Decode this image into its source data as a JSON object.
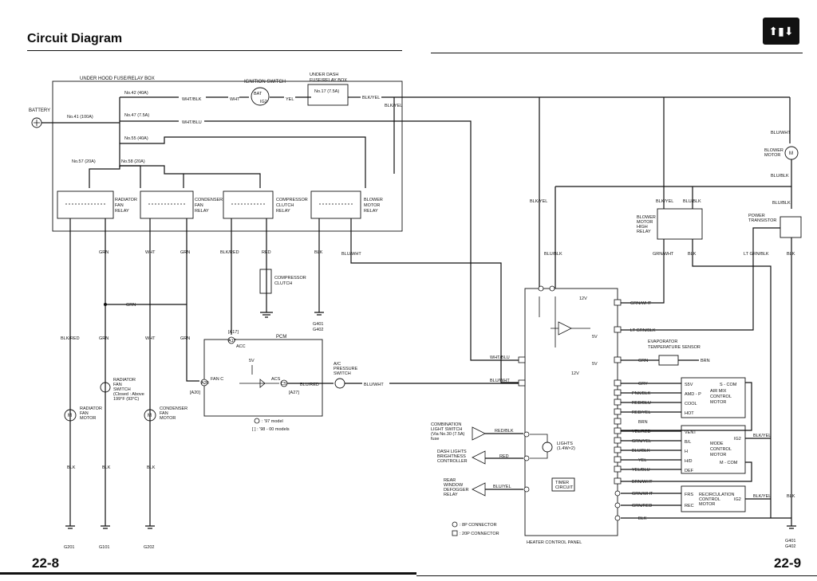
{
  "page": {
    "title": "Circuit Diagram",
    "page_left": "22-8",
    "page_right": "22-9",
    "header_icon": "thermometer-icon"
  },
  "diagram": {
    "under_hood_box": "UNDER HOOD FUSE/RELAY BOX",
    "ignition_switch": "IGNITION SWITCH",
    "under_dash_box_1": "UNDER DASH",
    "under_dash_box_2": "FUSE/RELAY BOX",
    "battery": "BATTERY",
    "bat": "BAT",
    "ig2": "IG2",
    "fuses": {
      "f41": "No.41 (100A)",
      "f42": "No.42 (40A)",
      "f47": "No.47 (7.5A)",
      "f55": "No.55 (40A)",
      "f57": "No.57 (20A)",
      "f58": "No.58 (20A)",
      "f17": "No.17 (7.5A)"
    },
    "relays": {
      "radiator": [
        "RADIATOR",
        "FAN",
        "RELAY"
      ],
      "condenser": [
        "CONDENSER",
        "FAN",
        "RELAY"
      ],
      "compressor": [
        "COMPRESSOR",
        "CLUTCH",
        "RELAY"
      ],
      "blower": [
        "BLOWER",
        "MOTOR",
        "RELAY"
      ],
      "high": [
        "BLOWER",
        "MOTOR",
        "HIGH",
        "RELAY"
      ]
    },
    "wires": {
      "whtblk": "WHT/BLK",
      "wht": "WHT",
      "yel": "YEL",
      "blkyel": "BLK/YEL",
      "whtblu": "WHT/BLU",
      "grn": "GRN",
      "blkred": "BLK/RED",
      "red": "RED",
      "blk": "BLK",
      "bluwht": "BLU/WHT",
      "blublk": "BLU/BLK",
      "grnwht": "GRN/WHT",
      "ltgrnblk": "LT GRN/BLK",
      "bluyel": "BLU/YEL",
      "redblk": "RED/BLK",
      "blured": "BLU/RED",
      "gry": "GRY",
      "pnkblk": "PNK/BLK",
      "redblu": "RED/BLU",
      "redyel": "RED/YEL",
      "brn": "BRN",
      "yelred": "YEL/RED",
      "grnyel": "GRN/YEL",
      "yelblu": "YEL/BLU",
      "brnwht": "BRN/WHT",
      "grnred": "GRN/RED"
    },
    "components": {
      "compressor_clutch": [
        "COMPRESSOR",
        "CLUTCH"
      ],
      "radiator_fan_switch": [
        "RADIATOR",
        "FAN",
        "SWITCH",
        "(Closed : Above",
        "199°F (93°C)"
      ],
      "radiator_fan_motor": [
        "RADIATOR",
        "FAN",
        "MOTOR"
      ],
      "condenser_fan_motor": [
        "CONDENSER",
        "FAN",
        "MOTOR"
      ],
      "pcm": "PCM",
      "fan_c": "FAN C",
      "acc": "ACC",
      "acs": "ACS",
      "a17": "[A17]",
      "a20": "[A20]",
      "a27": "[A27]",
      "a17b": "A17",
      "a20b": "A20",
      "c5": "C5",
      "v5": "5V",
      "v12": "12V",
      "model97": ": '97 model",
      "model98": "[ ] : '98 - 00 models",
      "ac_pressure_switch": [
        "A/C",
        "PRESSURE",
        "SWITCH"
      ],
      "blower_motor": [
        "BLOWER",
        "MOTOR"
      ],
      "power_transistor": [
        "POWER",
        "TRANSISTOR"
      ],
      "evaporator_sensor": [
        "EVAPORATOR",
        "TEMPERATURE SENSOR"
      ],
      "air_mix": [
        "AIR MIX",
        "CONTROL",
        "MOTOR"
      ],
      "mode": [
        "MODE",
        "CONTROL",
        "MOTOR"
      ],
      "recirc": [
        "RECIRCULATION",
        "CONTROL",
        "MOTOR"
      ],
      "combo_switch": [
        "COMBINATION",
        "LIGHT SWITCH",
        "(Via No.30 (7.5A)",
        "fuse"
      ],
      "dash_lights": [
        "DASH LIGHTS",
        "BRIGHTNESS",
        "CONTROLLER"
      ],
      "rear_defogger": [
        "REAR",
        "WINDOW",
        "DEFOGGER",
        "RELAY"
      ],
      "lights": [
        "LIGHTS",
        "(1.4W×2)"
      ],
      "timer": [
        "TIMER",
        "CIRCUIT"
      ],
      "heater_panel": "HEATER CONTROL PANEL",
      "conn8": ": 8P CONNECTOR",
      "conn20": ": 20P CONNECTOR",
      "airmix_pins": [
        "S5V",
        "AMD - P",
        "COOL",
        "HOT"
      ],
      "mode_pins": [
        "VENT",
        "B/L",
        "H",
        "H/D",
        "DEF"
      ],
      "recirc_pins": [
        "FRS",
        "REC"
      ],
      "s_com": "S - COM",
      "m_com": "M - COM",
      "ig2b": "IG2"
    },
    "grounds": {
      "g201": "G201",
      "g101": "G101",
      "g202": "G202",
      "g401": "G401",
      "g402": "G402"
    }
  }
}
